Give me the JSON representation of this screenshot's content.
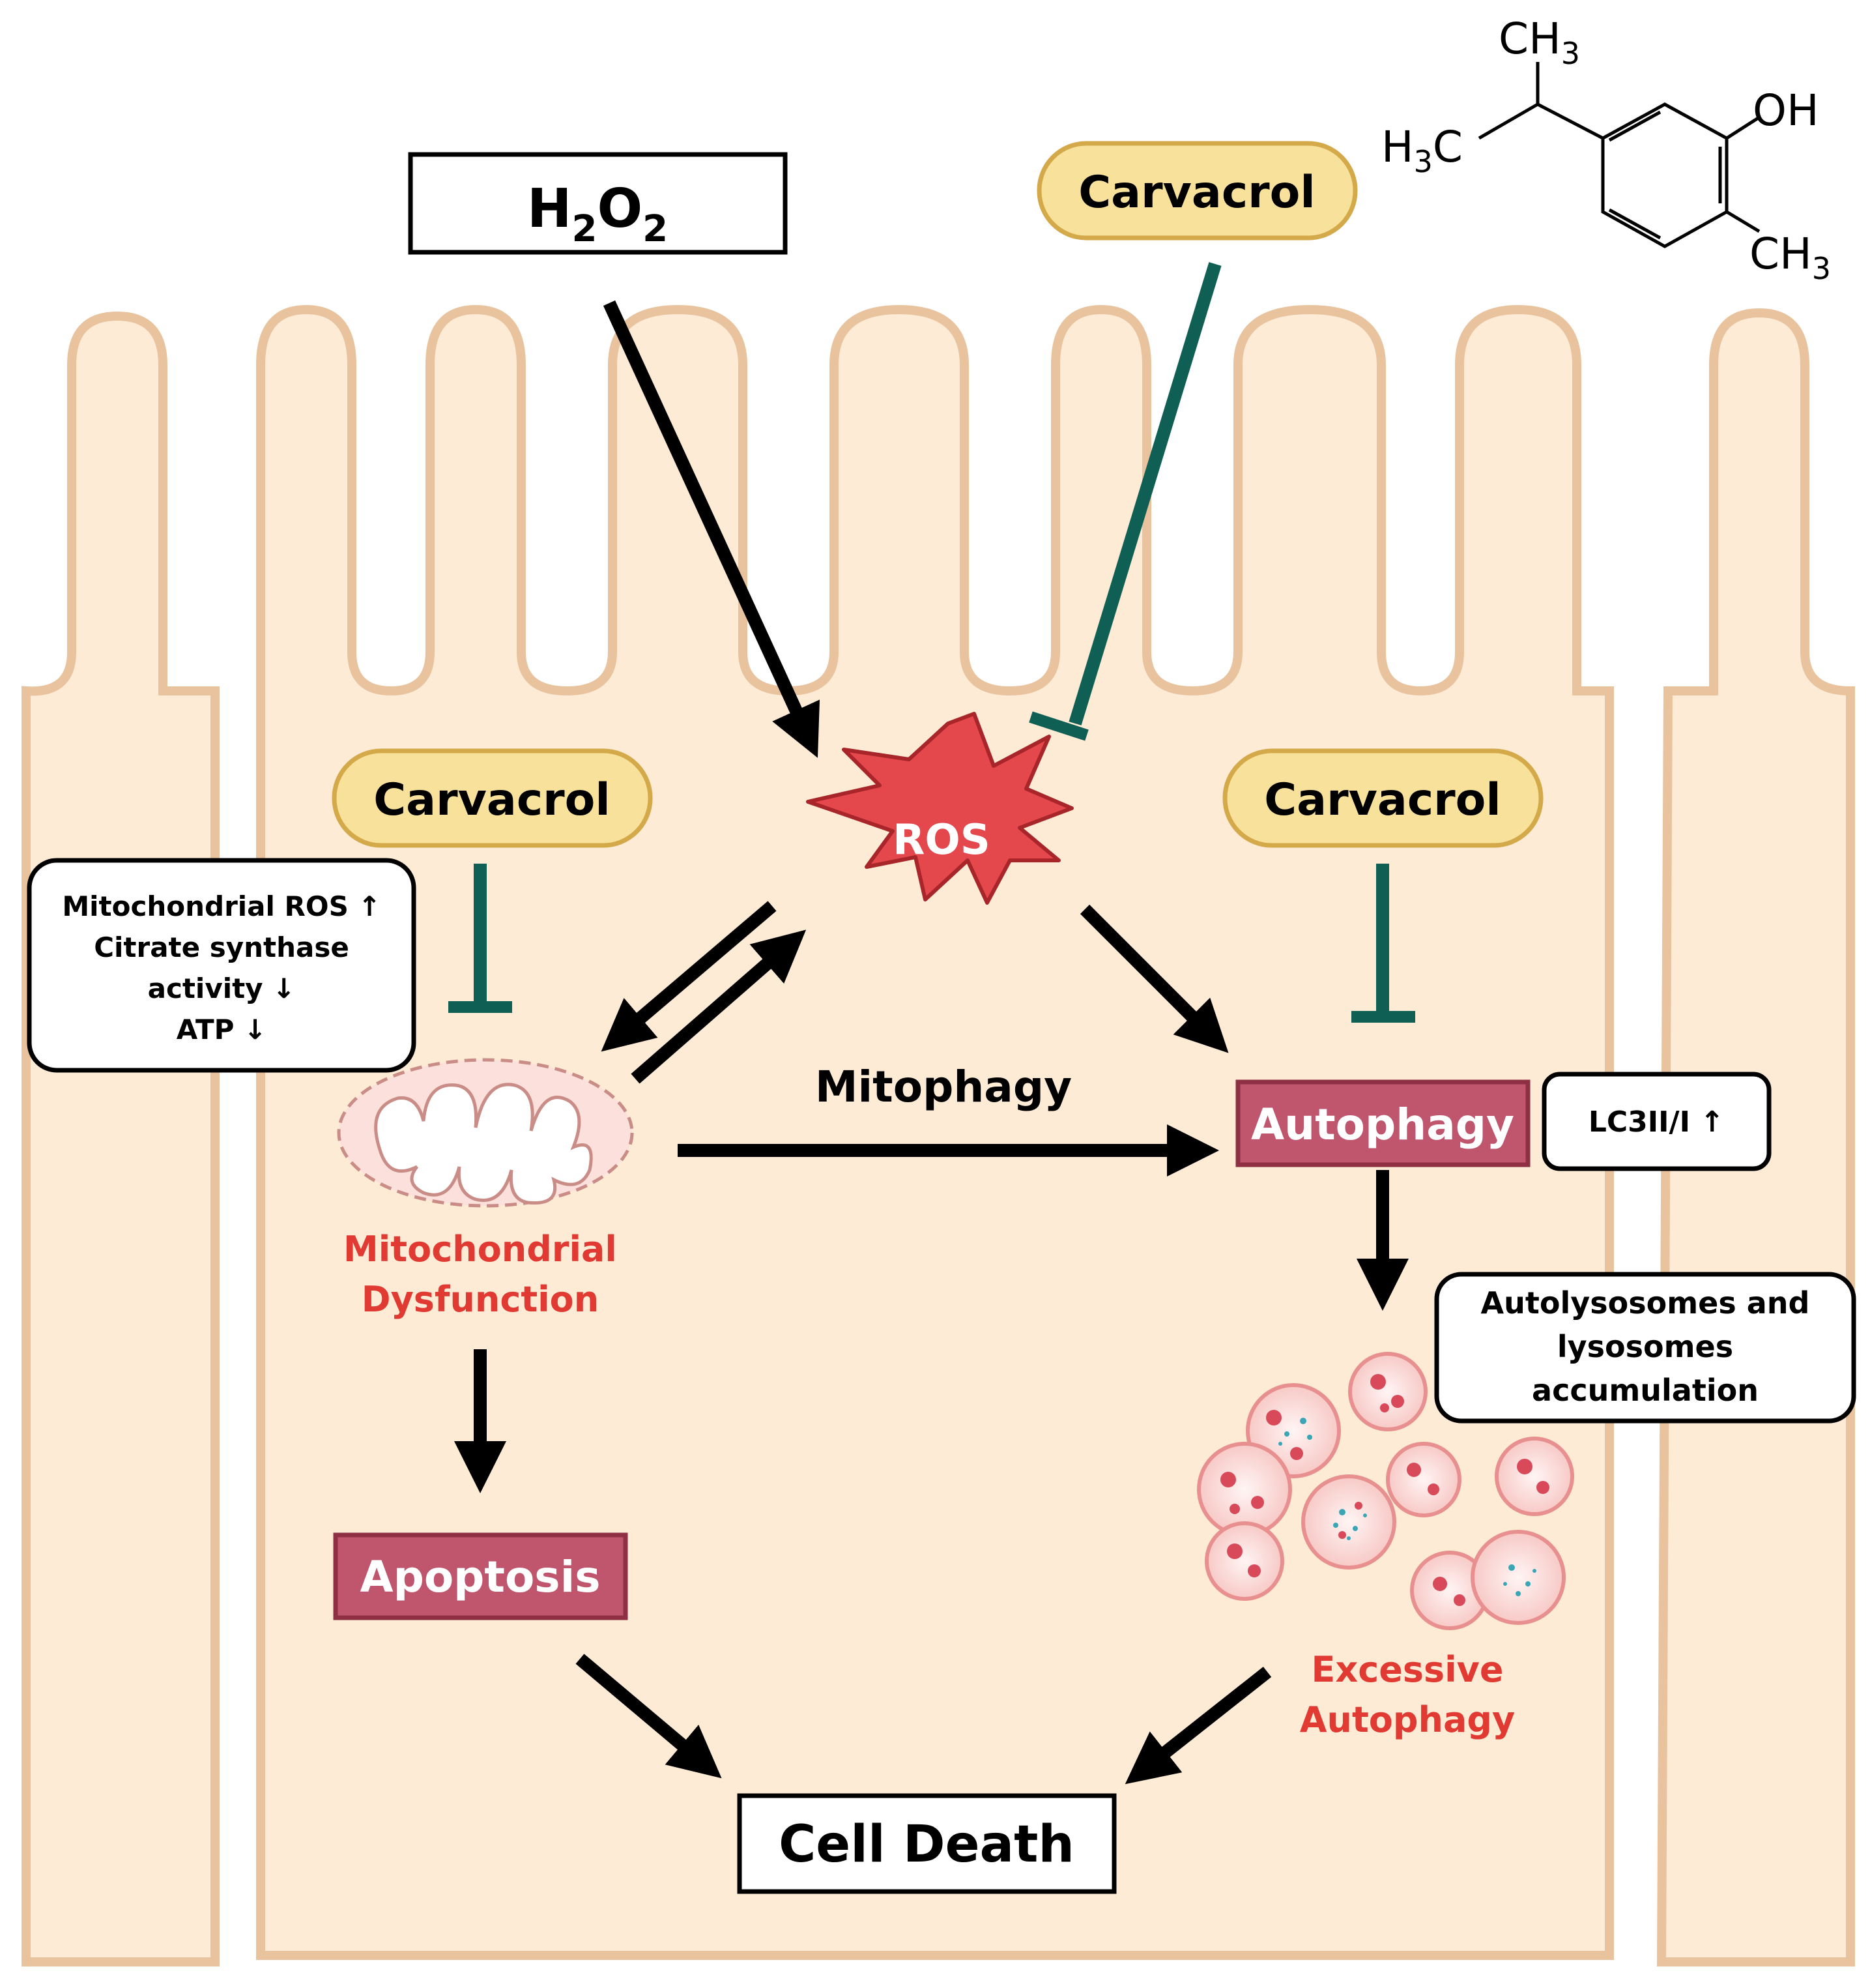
{
  "colors": {
    "cell_fill": "#fdebd6",
    "cell_stroke": "#e8c39e",
    "pill_fill": "#f8e19a",
    "pill_stroke": "#d4a94a",
    "inhibit": "#0f5f55",
    "process_fill": "#c0566e",
    "process_stroke": "#8f2f44",
    "red_text": "#e03a32",
    "ros_fill": "#e5484c",
    "arrow": "#000000"
  },
  "h2o2": {
    "main": "H",
    "sub1": "2",
    "mid": "O",
    "sub2": "2"
  },
  "carvacrol_labels": [
    "Carvacrol",
    "Carvacrol",
    "Carvacrol"
  ],
  "ros_label": "ROS",
  "mitophagy_label": "Mitophagy",
  "autophagy_label": "Autophagy",
  "apoptosis_label": "Apoptosis",
  "cell_death_label": "Cell Death",
  "lc3_label": "LC3II/I ↑",
  "mito_info_lines": [
    "Mitochondrial ROS ↑",
    "Citrate synthase",
    "activity ↓",
    "ATP ↓"
  ],
  "lysosome_info_lines": [
    "Autolysosomes and",
    "lysosomes",
    "accumulation"
  ],
  "mito_dysfunction_lines": [
    "Mitochondrial",
    "Dysfunction"
  ],
  "excessive_autophagy_lines": [
    "Excessive",
    "Autophagy"
  ],
  "structure": {
    "ch3_top": {
      "base": "CH",
      "sub": "3"
    },
    "oh": "OH",
    "h3c": {
      "pre": "H",
      "sub": "3",
      "post": "C"
    },
    "ch3_bottom": {
      "base": "CH",
      "sub": "3"
    }
  }
}
